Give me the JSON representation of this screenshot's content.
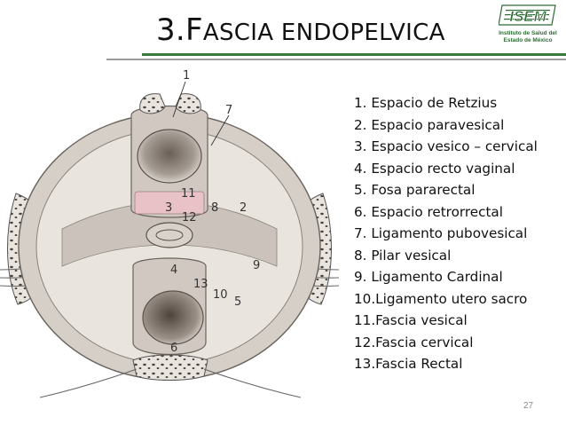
{
  "slide": {
    "title_num": "3.F",
    "title_rest": "ASCIA ENDOPELVICA",
    "logo": {
      "mark": "ISEM",
      "line1": "Instituto de Salud del",
      "line2": "Estado de México"
    },
    "figure_labels": [
      "1",
      "7",
      "11",
      "3",
      "8",
      "2",
      "12",
      "4",
      "9",
      "13",
      "10",
      "5",
      "6"
    ],
    "legend": [
      "1.  Espacio de Retzius",
      "2.  Espacio paravesical",
      "3.  Espacio vesico – cervical",
      "4.  Espacio recto vaginal",
      "5.  Fosa pararectal",
      "6.  Espacio retrorrectal",
      "7.  Ligamento pubovesical",
      "8.  Pilar vesical",
      "9.  Ligamento Cardinal",
      "10.Ligamento utero sacro",
      "11.Fascia vesical",
      "12.Fascia cervical",
      "13.Fascia Rectal"
    ],
    "page_number": "27"
  },
  "colors": {
    "accent_green": "#3d7a3a",
    "rule_gray": "#9a9a9a",
    "tissue": "#cfc8c1",
    "tissue_light": "#ebe6e1",
    "fascia_pink": "#e8c2c6"
  }
}
